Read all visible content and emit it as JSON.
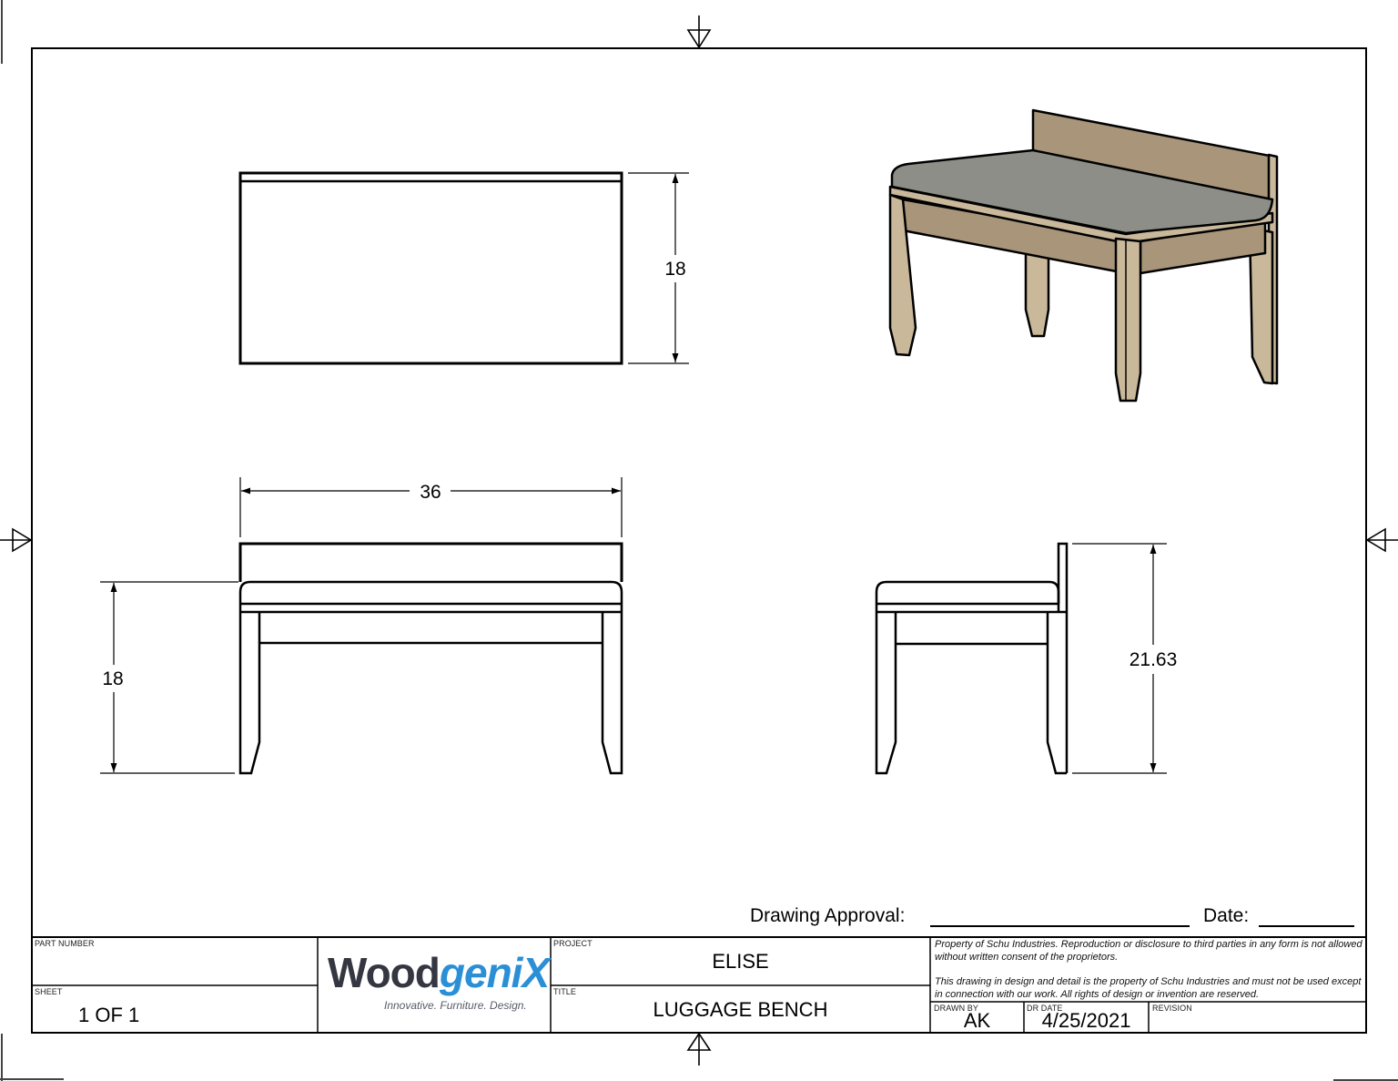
{
  "drawing": {
    "views": {
      "top": {
        "dimension_depth": "18"
      },
      "front": {
        "dimension_width": "36",
        "dimension_seat_height": "18"
      },
      "side": {
        "dimension_overall_height": "21.63"
      },
      "isometric": {
        "colors": {
          "wood": "#C9B89A",
          "wood_dark": "#A8957A",
          "cushion": "#8E8E88"
        }
      }
    },
    "approval": {
      "label": "Drawing Approval:",
      "date_label": "Date:"
    }
  },
  "title_block": {
    "part_number": {
      "label": "PART NUMBER",
      "value": ""
    },
    "sheet": {
      "label": "SHEET",
      "value": "1 OF 1"
    },
    "logo": {
      "brand_part1": "Wood",
      "brand_part2": "geniX",
      "tagline": "Innovative. Furniture. Design.",
      "colors": {
        "dark": "#343741",
        "accent": "#2B8FD6"
      }
    },
    "project": {
      "label": "PROJECT",
      "value": "ELISE"
    },
    "title": {
      "label": "TITLE",
      "value": "LUGGAGE BENCH"
    },
    "notice_1": "Property of Schu Industries.  Reproduction or disclosure to third parties in any form is not allowed without written consent of the proprietors.",
    "notice_2": "This drawing in design and detail is the property of Schu Industries and must not be used except in connection with our work.  All rights of design or invention are reserved.",
    "drawn_by": {
      "label": "DRAWN BY",
      "value": "AK"
    },
    "dr_date": {
      "label": "DR DATE",
      "value": "4/25/2021"
    },
    "revision": {
      "label": "REVISION",
      "value": ""
    }
  }
}
